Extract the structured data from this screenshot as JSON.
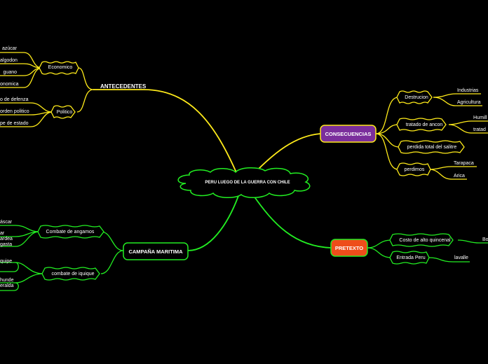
{
  "central": {
    "title": "PERU LUEGO DE LA GUERRA CON CHILE"
  },
  "colors": {
    "yellow": "#ffeb1a",
    "green": "#22ee22",
    "consecuencias_fill": "#7b2e9c",
    "pretexto_fill": "#ee4d1a"
  },
  "antecedentes": {
    "title": "ANTECEDENTES",
    "economico": {
      "label": "Economico",
      "items": [
        "azúcar",
        "algodon",
        "guano",
        "onomica"
      ]
    },
    "politico": {
      "label": "Politico",
      "items": [
        "o de defenza",
        "orden politico",
        "pe de estado"
      ]
    }
  },
  "consecuencias": {
    "title": "CONSECUENCIAS",
    "destrucion": {
      "label": "Destrucion",
      "items": [
        "Industrias",
        "Agricultura"
      ]
    },
    "tratado": {
      "label": "tratado de ancon",
      "items": [
        "Humill",
        "tratad"
      ]
    },
    "salitre": {
      "label": "perdida total del salitre"
    },
    "perdimos": {
      "label": "perdimos",
      "items": [
        "Tarapaca",
        "Arica"
      ]
    }
  },
  "campana": {
    "title": "CAMPAÑA MARITIMA",
    "angamos": {
      "label": "Combate de angamos",
      "items": [
        "áscar",
        "ar",
        "ardea",
        "gasta"
      ]
    },
    "iquique": {
      "label": "combate de iquique",
      "items": [
        "quipe",
        "hunde",
        "eralda"
      ]
    }
  },
  "pretexto": {
    "title": "PRETEXTO",
    "costo": {
      "label": "Costo  de alto quincenal",
      "items": [
        "Bo"
      ]
    },
    "entrada": {
      "label": "Entrada Peru",
      "items": [
        "lavalle"
      ]
    }
  }
}
